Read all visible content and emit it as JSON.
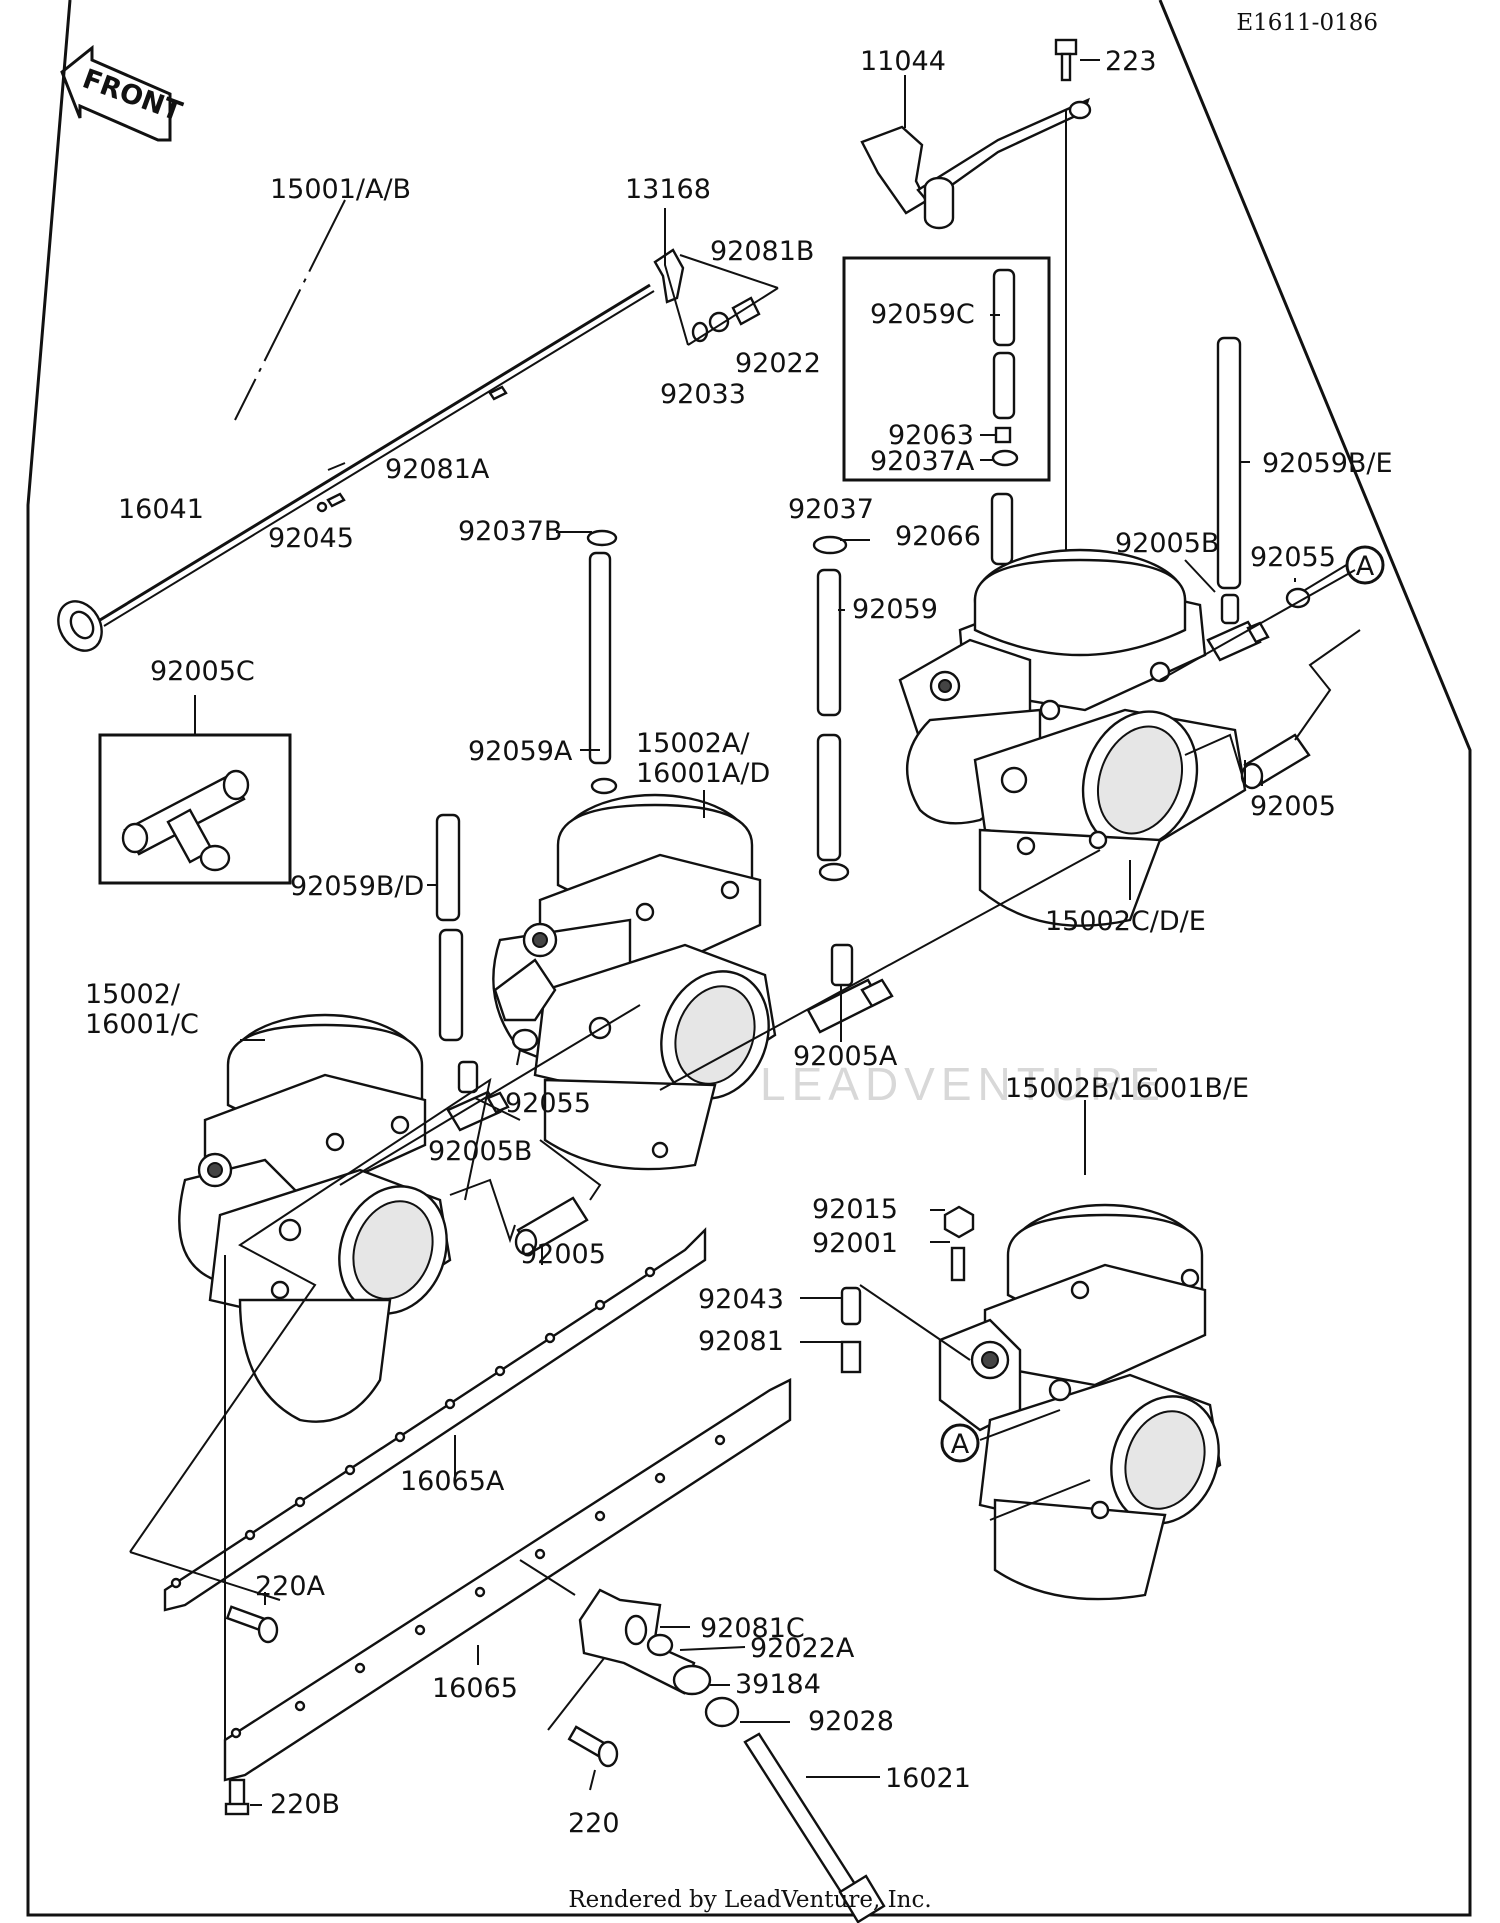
{
  "diagram_code": "E1611-0186",
  "front_arrow_label": "FRONT",
  "footer": "Rendered by LeadVenture, Inc.",
  "watermark": "LEADVENTURE",
  "callout_letter": "A",
  "labels": {
    "p11044": "11044",
    "p223": "223",
    "p15001": "15001/A/B",
    "p13168": "13168",
    "p92081B": "92081B",
    "p92022": "92022",
    "p92033": "92033",
    "p92059C": "92059C",
    "p92063": "92063",
    "p92037A": "92037A",
    "p92059BE": "92059B/E",
    "p92081A": "92081A",
    "p16041": "16041",
    "p92045": "92045",
    "p92037B": "92037B",
    "p92037": "92037",
    "p92066": "92066",
    "p92005B_top": "92005B",
    "p92055_top": "92055",
    "p92059": "92059",
    "p92005C": "92005C",
    "p92059A": "92059A",
    "p15002A_l1": "15002A/",
    "p15002A_l2": "16001A/D",
    "p92005_right": "92005",
    "p92059BD": "92059B/D",
    "p15002CDE": "15002C/D/E",
    "p15002_l1": "15002/",
    "p15002_l2": "16001/C",
    "p92005A": "92005A",
    "p92055_mid": "92055",
    "p92005B_mid": "92005B",
    "p15002B": "15002B/16001B/E",
    "p92015": "92015",
    "p92001": "92001",
    "p92005_mid": "92005",
    "p92043": "92043",
    "p92081": "92081",
    "p16065A": "16065A",
    "p220A": "220A",
    "p92081C": "92081C",
    "p92022A": "92022A",
    "p39184": "39184",
    "p16065": "16065",
    "p92028": "92028",
    "p16021": "16021",
    "p220B": "220B",
    "p220": "220"
  }
}
